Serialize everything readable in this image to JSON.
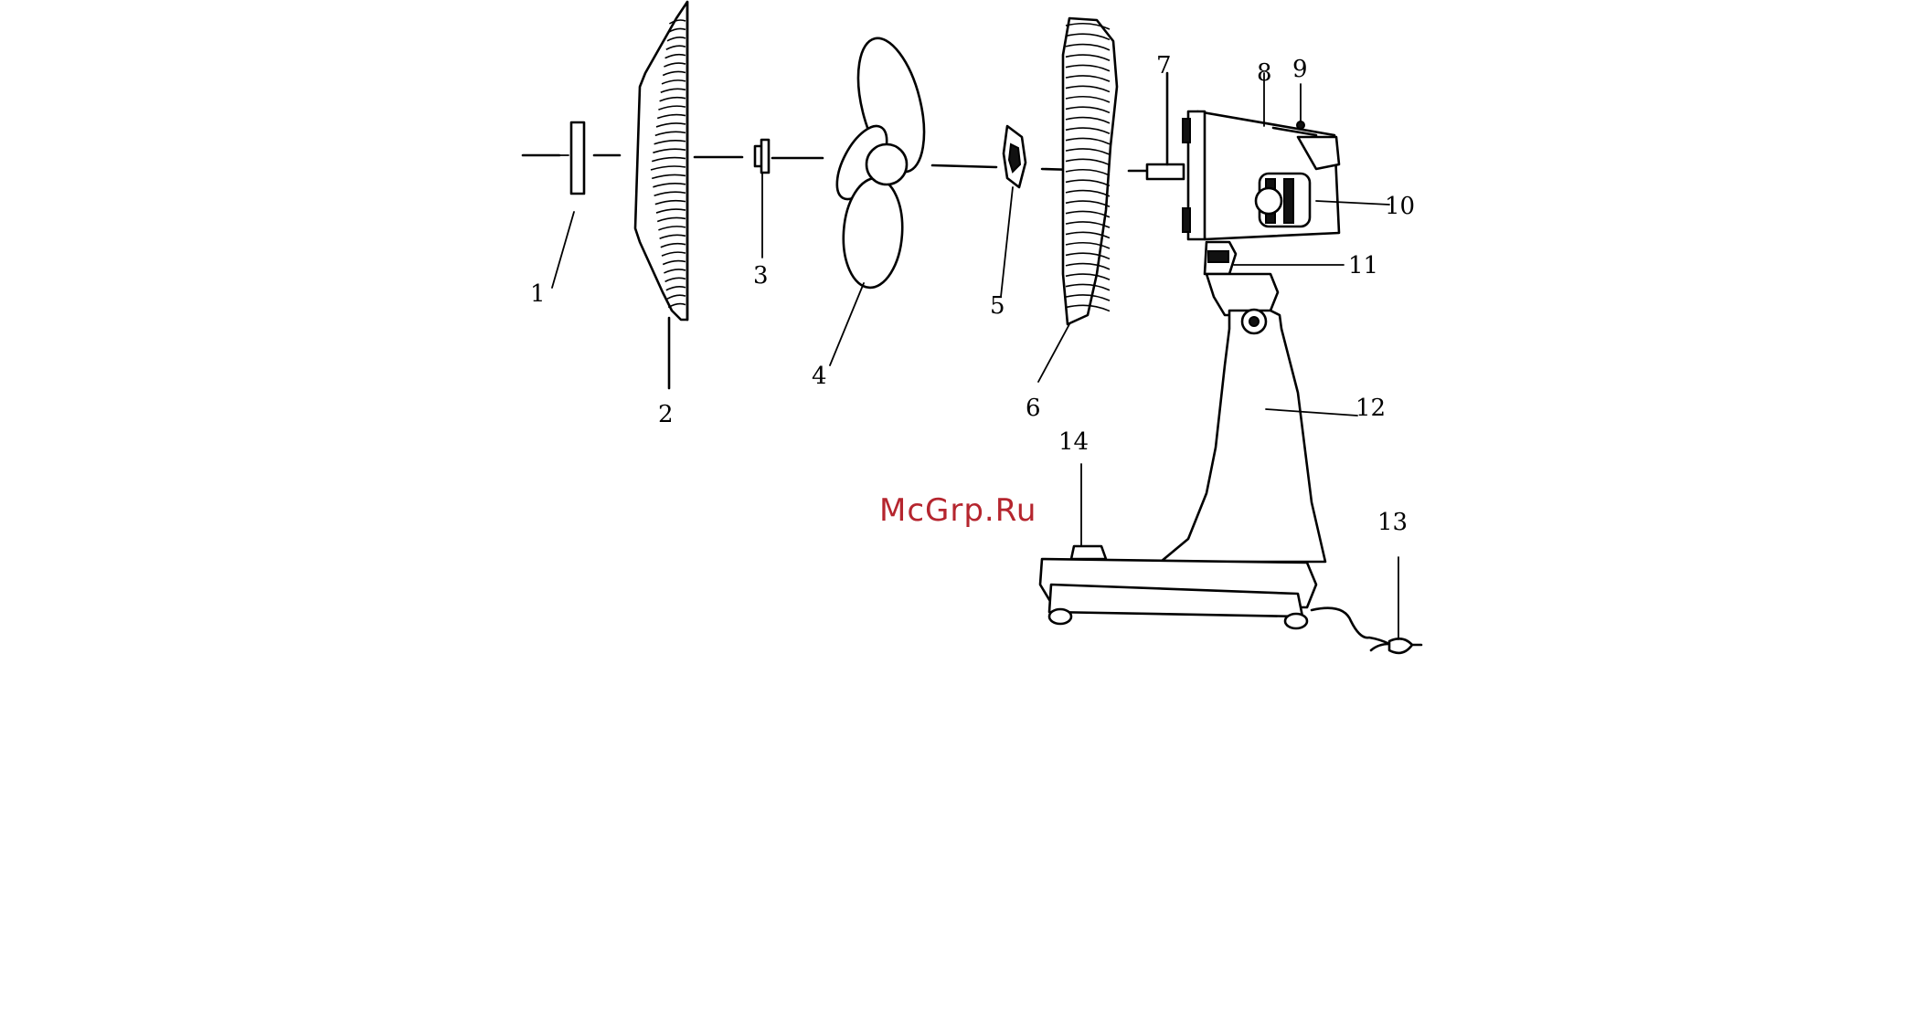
{
  "diagram": {
    "callouts": [
      "1",
      "2",
      "3",
      "4",
      "5",
      "6",
      "7",
      "8",
      "9",
      "10",
      "11",
      "12",
      "13",
      "14"
    ]
  },
  "watermark": {
    "text": "McGrp.Ru",
    "color": "#b5252e"
  }
}
